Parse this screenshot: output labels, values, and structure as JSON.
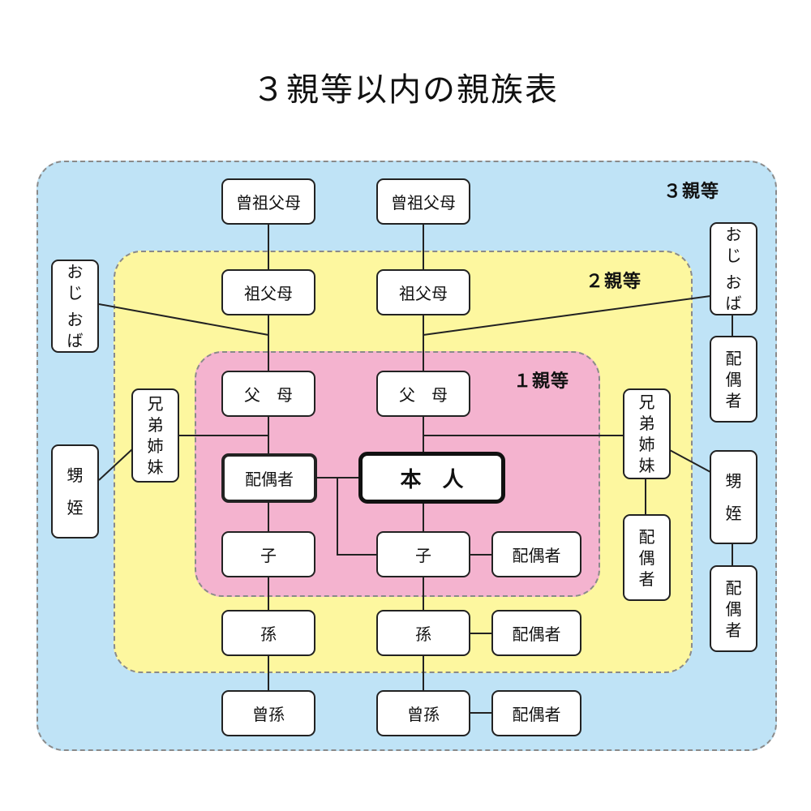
{
  "title": "３親等以内の親族表",
  "zones": {
    "degree3": "３親等",
    "degree2": "２親等",
    "degree1": "１親等"
  },
  "persons": {
    "great_grandparents_left": "曾祖父母",
    "great_grandparents_right": "曾祖父母",
    "grandparents_left": "祖父母",
    "grandparents_right": "祖父母",
    "parents_left": "父　母",
    "parents_right": "父　母",
    "self": "本　人",
    "spouse": "配偶者",
    "child_left": "子",
    "child_right": "子",
    "child_spouse": "配偶者",
    "grandchild_left": "孫",
    "grandchild_right": "孫",
    "grandchild_spouse": "配偶者",
    "great_grandchild_left": "曾孫",
    "great_grandchild_right": "曾孫",
    "great_grandchild_spouse": "配偶者",
    "uncle_aunt_left": [
      "お",
      "じ",
      "",
      "お",
      "ば"
    ],
    "uncle_aunt_right": [
      "お",
      "じ",
      "",
      "お",
      "ば"
    ],
    "uncle_aunt_right_spouse": [
      "配",
      "偶",
      "者"
    ],
    "siblings_left": [
      "兄",
      "弟",
      "姉",
      "妹"
    ],
    "siblings_right": [
      "兄",
      "弟",
      "姉",
      "妹"
    ],
    "siblings_right_spouse": [
      "配",
      "偶",
      "者"
    ],
    "nephew_niece_left": [
      "甥",
      "",
      "姪"
    ],
    "nephew_niece_right": [
      "甥",
      "",
      "姪"
    ],
    "nephew_niece_right_spouse": [
      "配",
      "偶",
      "者"
    ]
  }
}
